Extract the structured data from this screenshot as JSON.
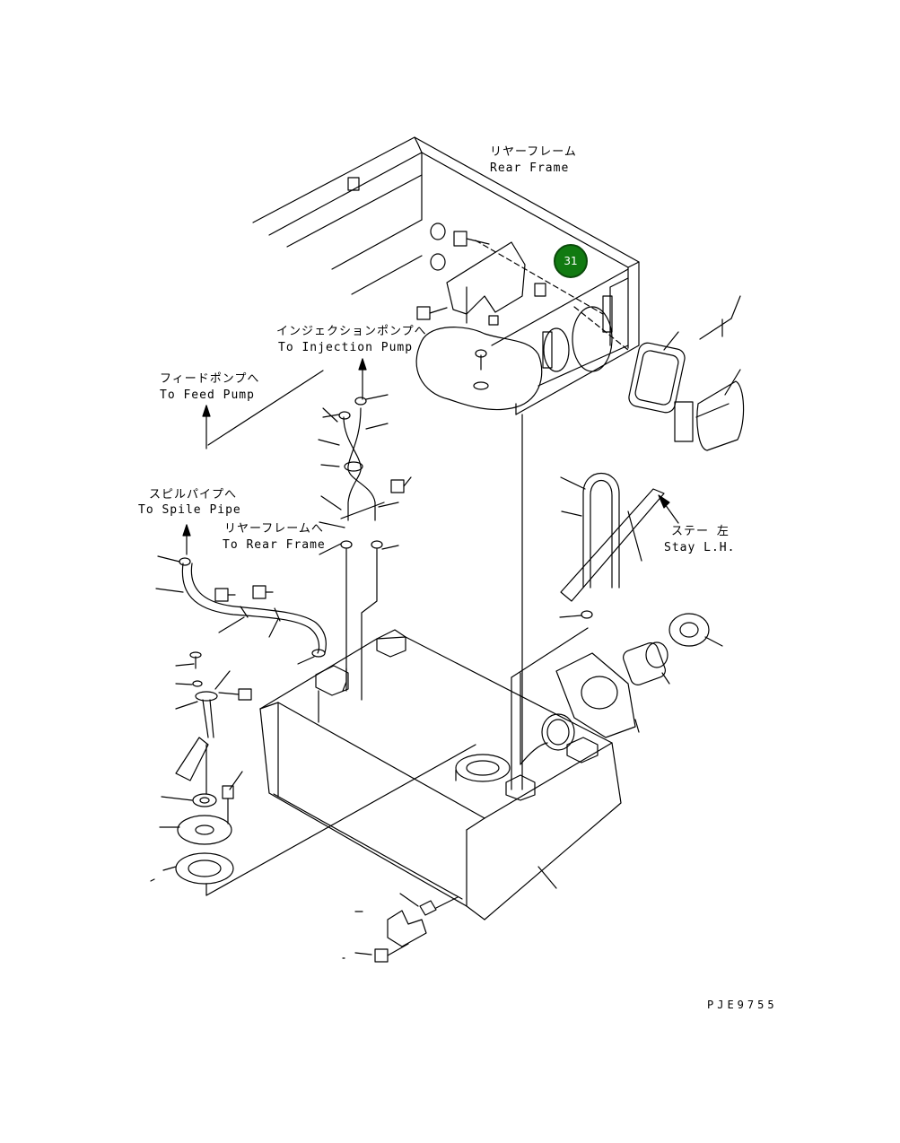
{
  "labels": {
    "rear_frame_jp": "リヤーフレーム",
    "rear_frame_en": "Rear Frame",
    "injection_pump_jp": "インジェクションポンプへ",
    "injection_pump_en": "To Injection Pump",
    "feed_pump_jp": "フィードポンプへ",
    "feed_pump_en": "To Feed Pump",
    "spile_pipe_jp": "スピルパイプへ",
    "spile_pipe_en": "To Spile Pipe",
    "to_rear_frame_jp": "リヤーフレームへ",
    "to_rear_frame_en": "To Rear Frame",
    "stay_jp": "ステー 左",
    "stay_en": "Stay L.H.",
    "drawing_code": "PJE9755"
  },
  "callout": {
    "number": "31"
  },
  "colors": {
    "line": "#000000",
    "callout_fill": "#117a11",
    "callout_text": "#ffffff"
  }
}
